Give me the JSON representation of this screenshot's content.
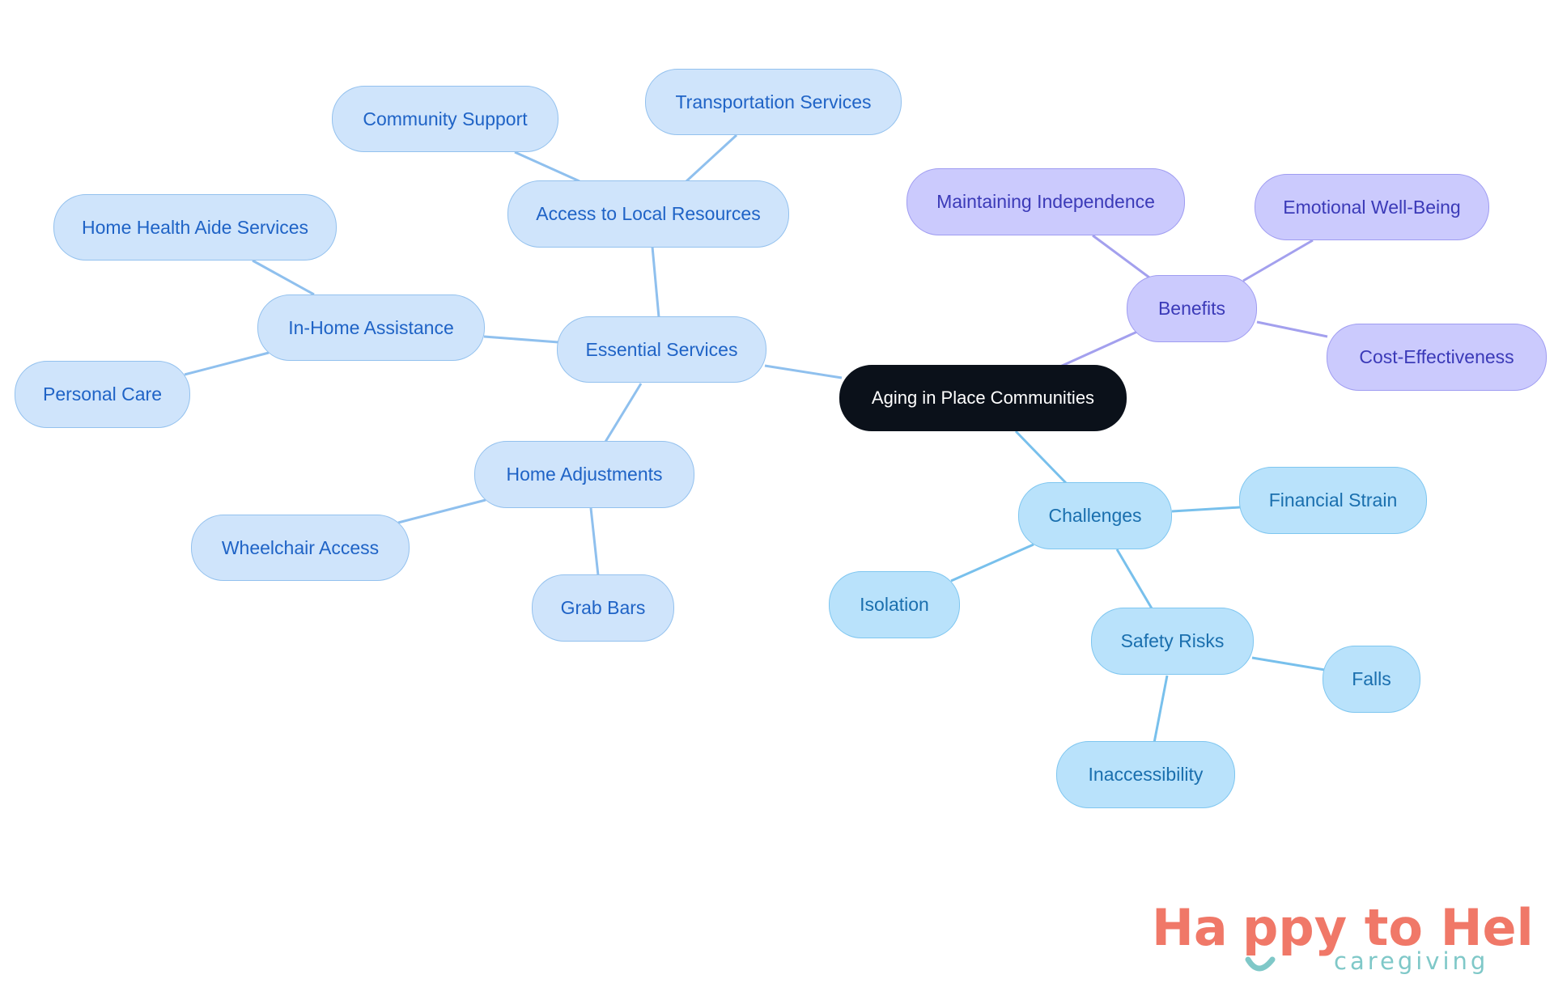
{
  "diagram": {
    "root": "Aging in Place Communities",
    "nodes": {
      "essential_services": "Essential Services",
      "access_local_resources": "Access to Local Resources",
      "community_support": "Community Support",
      "transportation_services": "Transportation Services",
      "in_home_assistance": "In-Home Assistance",
      "home_health_aide": "Home Health Aide Services",
      "personal_care": "Personal Care",
      "home_adjustments": "Home Adjustments",
      "wheelchair_access": "Wheelchair Access",
      "grab_bars": "Grab Bars",
      "benefits": "Benefits",
      "maintaining_independence": "Maintaining Independence",
      "emotional_well_being": "Emotional Well-Being",
      "cost_effectiveness": "Cost-Effectiveness",
      "challenges": "Challenges",
      "financial_strain": "Financial Strain",
      "isolation": "Isolation",
      "safety_risks": "Safety Risks",
      "falls": "Falls",
      "inaccessibility": "Inaccessibility"
    },
    "colors": {
      "root_fill": "#0b111a",
      "essential_fill": "#cfe4fb",
      "essential_text": "#1f63c6",
      "challenges_fill": "#b9e2fb",
      "challenges_text": "#1a6fae",
      "benefits_fill": "#cbcafd",
      "benefits_text": "#3b3ab8"
    }
  },
  "logo": {
    "title_part1": "Ha",
    "title_part2": "ppy to Help",
    "subtitle": "caregiving",
    "colors": {
      "title": "#f07868",
      "accent": "#7fc8c8"
    }
  }
}
